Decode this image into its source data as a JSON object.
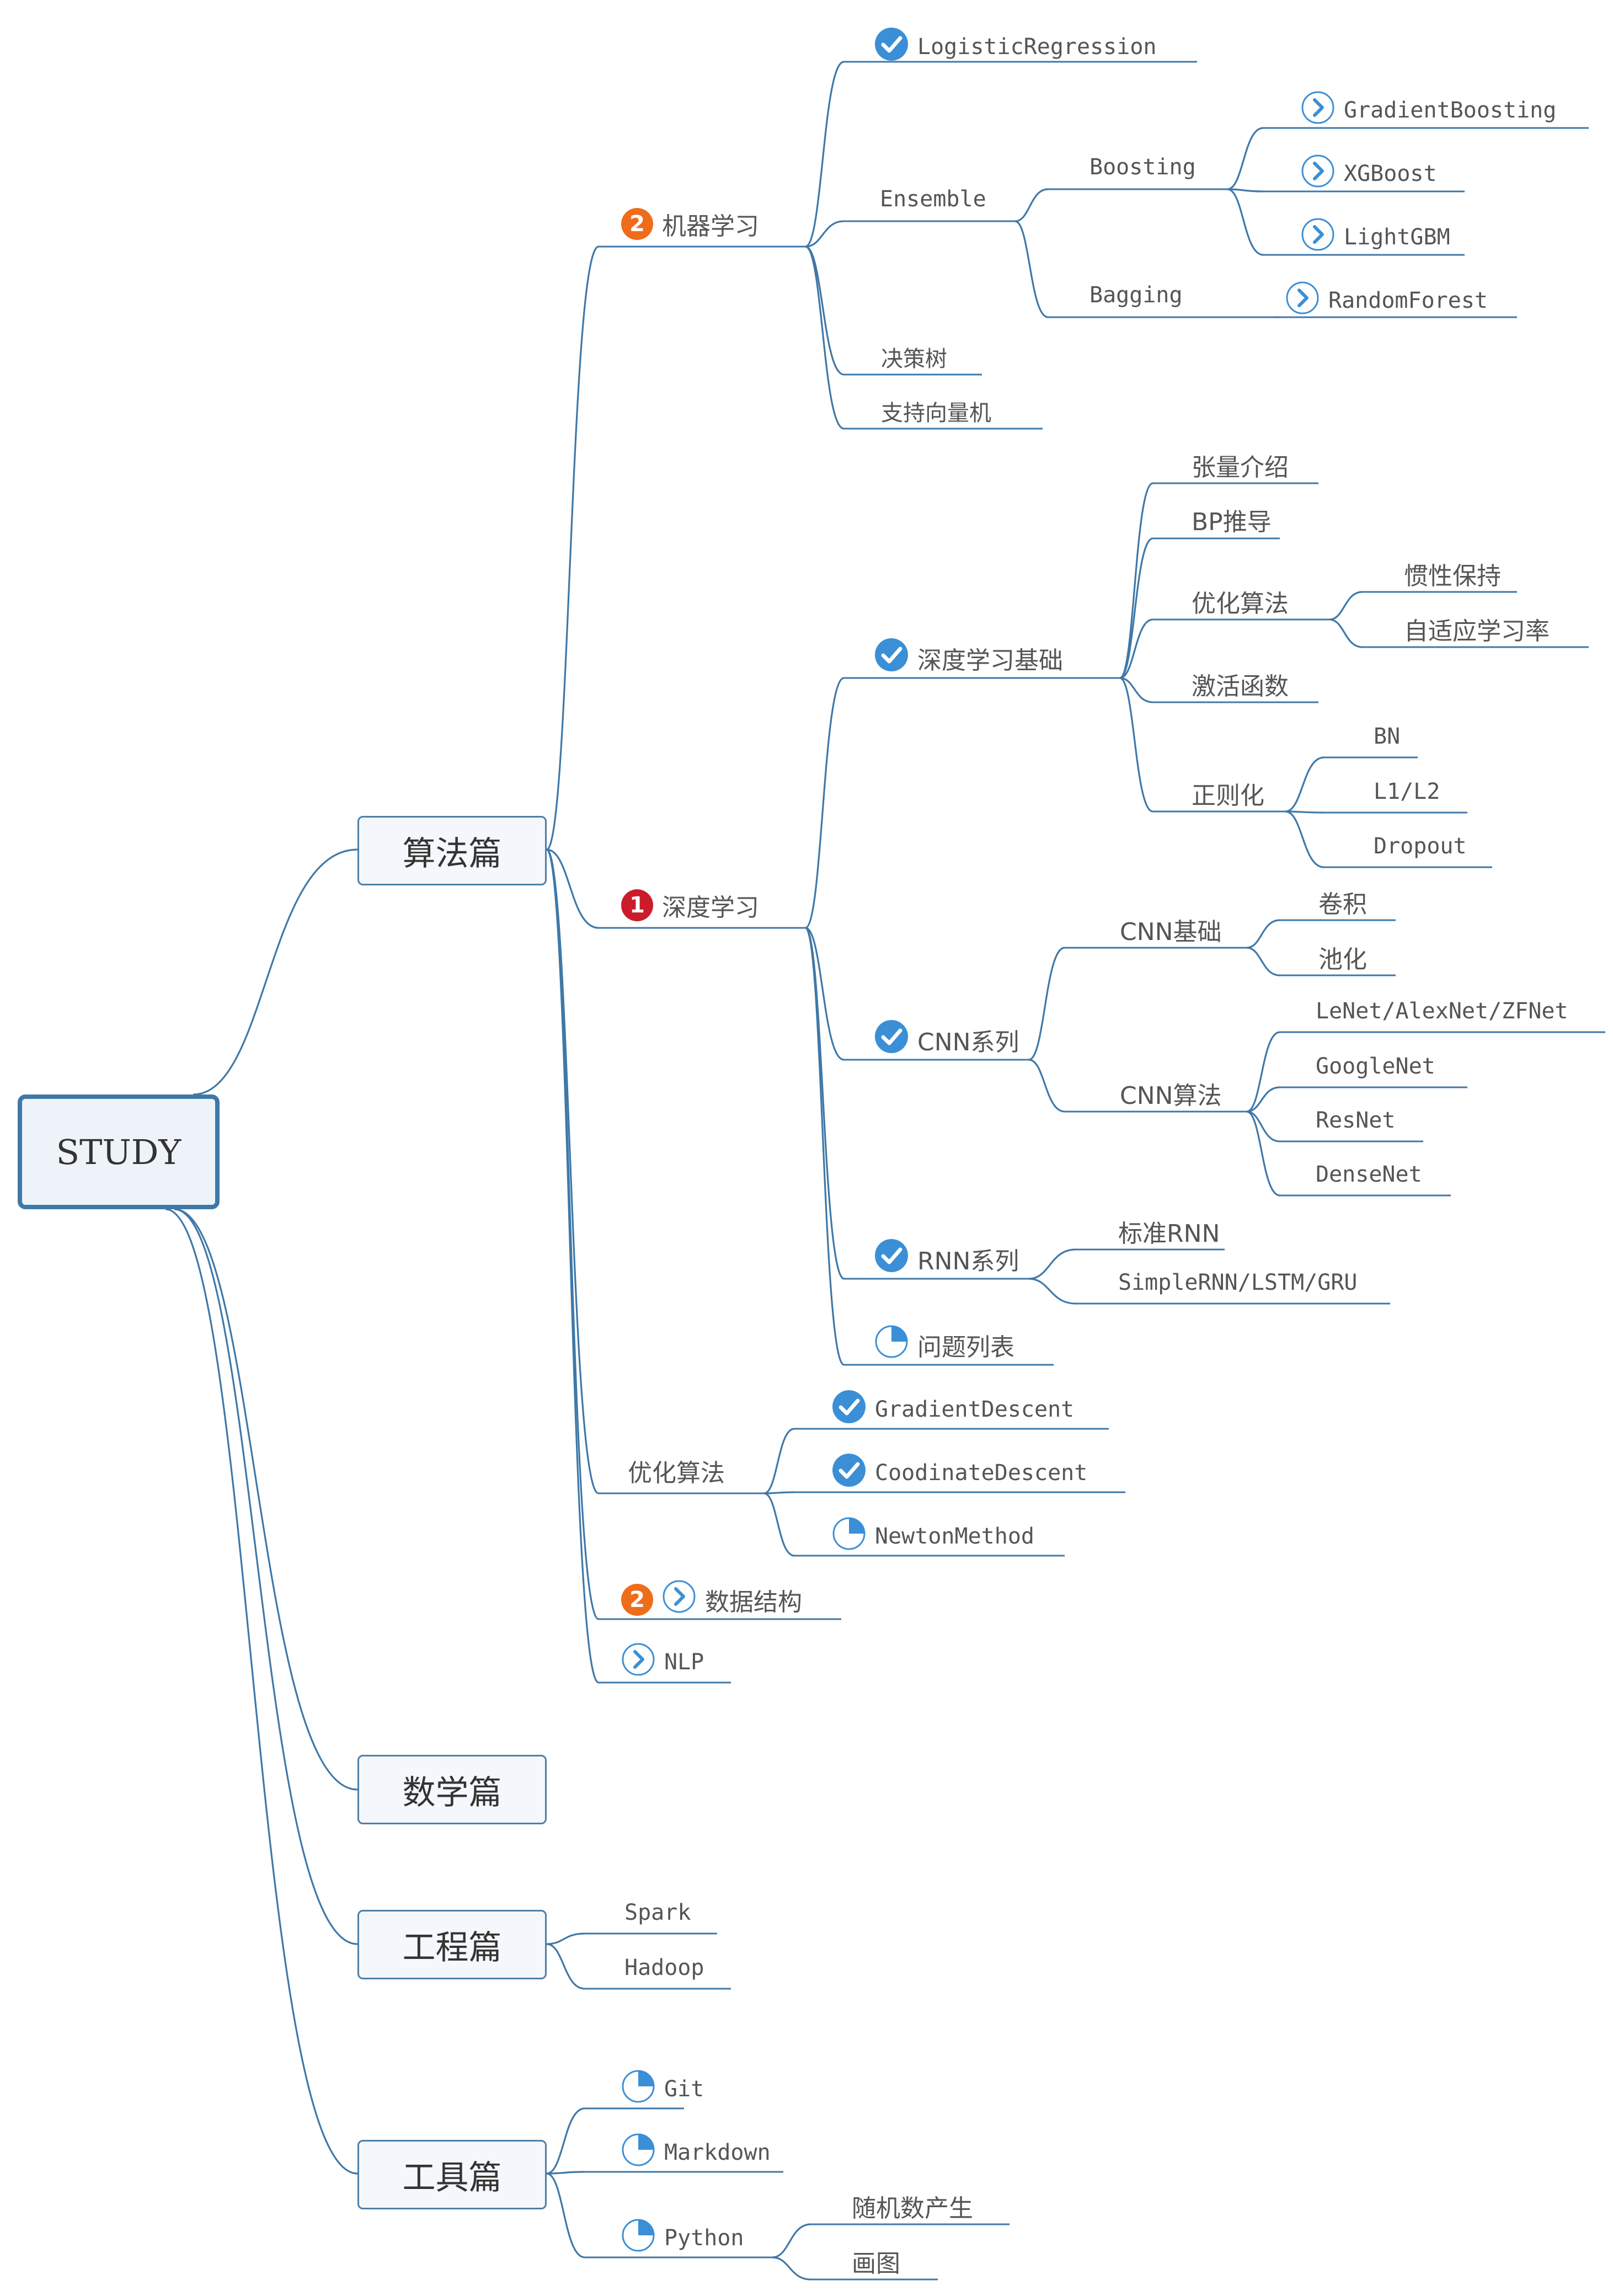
{
  "root": {
    "label": "STUDY"
  },
  "colors": {
    "line": "#3f78a8",
    "done": "#3b8fd6",
    "priority1": "#cc1b2a",
    "priority2": "#ef6c1a",
    "progress": "#3b8fd6"
  },
  "algo": {
    "label": "算法篇",
    "ml": {
      "label": "机器学习",
      "priority": "2",
      "logistic": "LogisticRegression",
      "ensemble": {
        "label": "Ensemble",
        "boosting": {
          "label": "Boosting",
          "items": [
            "GradientBoosting",
            "XGBoost",
            "LightGBM"
          ]
        },
        "bagging": {
          "label": "Bagging",
          "items": [
            "RandomForest"
          ]
        }
      },
      "tree": "决策树",
      "svm": "支持向量机"
    },
    "dl": {
      "label": "深度学习",
      "priority": "1",
      "basics": {
        "label": "深度学习基础",
        "tensor": "张量介绍",
        "bp": "BP推导",
        "opt": {
          "label": "优化算法",
          "items": [
            "惯性保持",
            "自适应学习率"
          ]
        },
        "act": "激活函数",
        "reg": {
          "label": "正则化",
          "items": [
            "BN",
            "L1/L2",
            "Dropout"
          ]
        }
      },
      "cnn": {
        "label": "CNN系列",
        "base": {
          "label": "CNN基础",
          "items": [
            "卷积",
            "池化"
          ]
        },
        "algo": {
          "label": "CNN算法",
          "items": [
            "LeNet/AlexNet/ZFNet",
            "GoogleNet",
            "ResNet",
            "DenseNet"
          ]
        }
      },
      "rnn": {
        "label": "RNN系列",
        "items": [
          "标准RNN",
          "SimpleRNN/LSTM/GRU"
        ]
      },
      "issues": {
        "label": "问题列表",
        "progress": 0.25
      }
    },
    "opt": {
      "label": "优化算法",
      "items": [
        "GradientDescent",
        "CoodinateDescent",
        "NewtonMethod"
      ],
      "newton_progress": 0.25
    },
    "ds": {
      "label": "数据结构",
      "priority": "2"
    },
    "nlp": {
      "label": "NLP"
    }
  },
  "math": {
    "label": "数学篇"
  },
  "eng": {
    "label": "工程篇",
    "items": [
      "Spark",
      "Hadoop"
    ]
  },
  "tools": {
    "label": "工具篇",
    "git": {
      "label": "Git",
      "progress": 0.25
    },
    "markdown": {
      "label": "Markdown",
      "progress": 0.25
    },
    "python": {
      "label": "Python",
      "progress": 0.25,
      "items": [
        "随机数产生",
        "画图"
      ]
    }
  }
}
